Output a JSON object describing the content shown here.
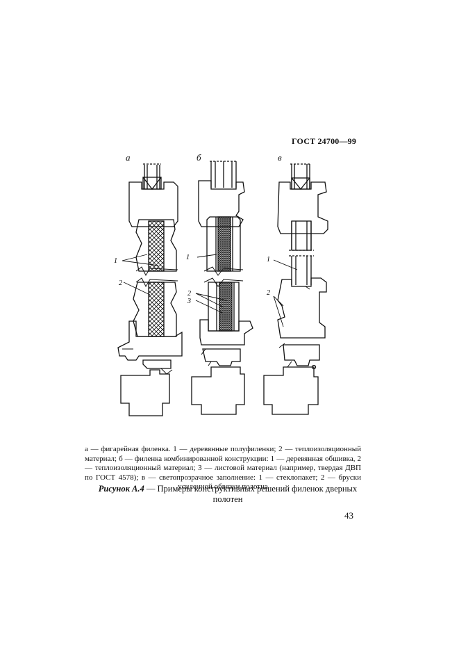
{
  "header": {
    "standard": "ГОСТ 24700—99"
  },
  "figure": {
    "panels": [
      {
        "letter": "а",
        "callouts": [
          "1",
          "2"
        ]
      },
      {
        "letter": "б",
        "callouts": [
          "1",
          "2",
          "3"
        ]
      },
      {
        "letter": "в",
        "callouts": [
          "1",
          "2"
        ]
      }
    ]
  },
  "caption": {
    "text": "а — фигарейная филенка. 1 — деревянные полуфиленки; 2 — теплоизоляционный материал; б — филенка комбинированной конструкции: 1 — деревянная обшивка, 2 — теплоизоляционный материал; 3 — листовой материал (например, твердая ДВП по ГОСТ 4578); в — светопрозрачное заполнение: 1 — стеклопакет; 2 — бруски усиленной обвязки полотна"
  },
  "figure_title": {
    "label": "Рисунок А.4",
    "dash": " — ",
    "text": "Примеры конструктивных решений филенок дверных полотен"
  },
  "page_number": "43"
}
